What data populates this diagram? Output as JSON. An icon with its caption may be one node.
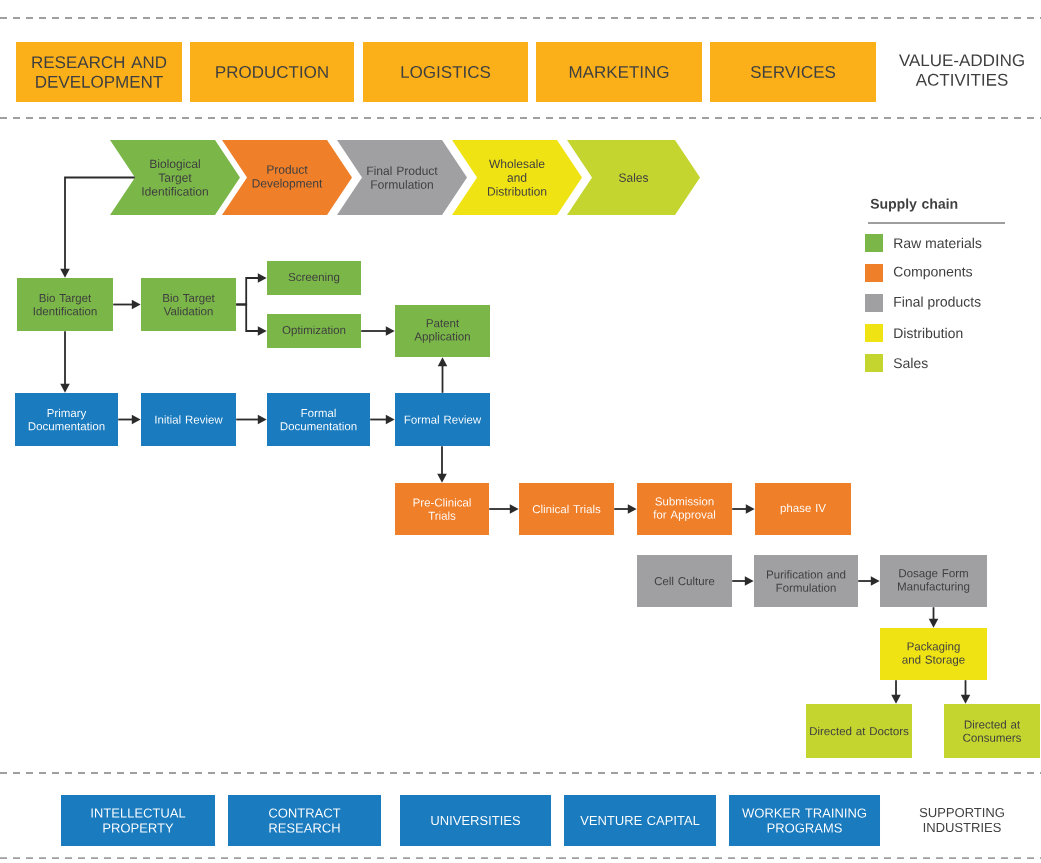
{
  "diagram": {
    "nodes": [
      {
        "text": [
          "RESEARCH AND DEVELOPMENT"
        ]
      },
      {
        "text": [
          "PRODUCTION"
        ]
      },
      {
        "text": [
          "LOGISTICS"
        ]
      },
      {
        "text": [
          "MARKETING"
        ]
      },
      {
        "text": [
          "SERVICES"
        ]
      },
      {
        "text": [
          "Biological Target Identification"
        ]
      },
      {
        "text": [
          "Product Development"
        ]
      },
      {
        "text": [
          "Final Product Formulation"
        ]
      },
      {
        "text": [
          "Wholesale and Distribution"
        ]
      },
      {
        "text": [
          "Sales"
        ]
      },
      {
        "text": [
          "Bio Target Identification"
        ]
      },
      {
        "text": [
          "Bio Target Validation"
        ]
      },
      {
        "text": [
          "Screening"
        ]
      },
      {
        "text": [
          "Optimization"
        ]
      },
      {
        "text": [
          "Patent Application"
        ]
      },
      {
        "text": [
          "Primary Documentation"
        ]
      },
      {
        "text": [
          "Initial Review"
        ]
      },
      {
        "text": [
          "Formal Documentation"
        ]
      },
      {
        "text": [
          "Formal Review"
        ]
      },
      {
        "text": [
          "Pre-Clinical Trials"
        ]
      },
      {
        "text": [
          "Clinical Trials"
        ]
      },
      {
        "text": [
          "Submission for Approval"
        ]
      },
      {
        "text": [
          "phase IV"
        ]
      },
      {
        "text": [
          "Cell Culture"
        ]
      },
      {
        "text": [
          "Purification and Formulation"
        ]
      },
      {
        "text": [
          "Dosage Form Manufacturing"
        ]
      },
      {
        "text": [
          "Packaging and Storage"
        ]
      },
      {
        "text": [
          "Directed at Doctors"
        ]
      },
      {
        "text": [
          "Directed at Consumers"
        ]
      },
      {
        "text": [
          "INTELLECTUAL PROPERTY"
        ]
      },
      {
        "text": [
          "CONTRACT RESEARCH"
        ]
      },
      {
        "text": [
          "UNIVERSITIES"
        ]
      },
      {
        "text": [
          "VENTURE CAPITAL"
        ]
      },
      {
        "text": [
          "WORKER TRAINING PROGRAMS"
        ]
      }
    ],
    "edges": [
      {
        "from": 5,
        "to": 10,
        "arrow": "to"
      },
      {
        "from": 10,
        "to": 11,
        "arrow": "to"
      },
      {
        "from": 11,
        "to": 12,
        "arrow": "to"
      },
      {
        "from": 11,
        "to": 13,
        "arrow": "to"
      },
      {
        "from": 13,
        "to": 14,
        "arrow": "to"
      },
      {
        "from": 10,
        "to": 15,
        "arrow": "to"
      },
      {
        "from": 15,
        "to": 16,
        "arrow": "to"
      },
      {
        "from": 16,
        "to": 17,
        "arrow": "to"
      },
      {
        "from": 17,
        "to": 18,
        "arrow": "to"
      },
      {
        "from": 18,
        "to": 14,
        "arrow": "to"
      },
      {
        "from": 18,
        "to": 19,
        "arrow": "to"
      },
      {
        "from": 19,
        "to": 20,
        "arrow": "to"
      },
      {
        "from": 20,
        "to": 21,
        "arrow": "to"
      },
      {
        "from": 21,
        "to": 22,
        "arrow": "to"
      },
      {
        "from": 23,
        "to": 24,
        "arrow": "to"
      },
      {
        "from": 24,
        "to": 25,
        "arrow": "to"
      },
      {
        "from": 25,
        "to": 26,
        "arrow": "to"
      },
      {
        "from": 26,
        "to": 27,
        "arrow": "to"
      },
      {
        "from": 26,
        "to": 28,
        "arrow": "to"
      }
    ],
    "labels": [
      "VALUE-ADDING ACTIVITIES",
      "Supply chain",
      "SUPPORTING INDUSTRIES"
    ],
    "legend": [
      {
        "text": "Raw materials",
        "color": "#7ab648"
      },
      {
        "text": "Components",
        "color": "#f07f2a"
      },
      {
        "text": "Final products",
        "color": "#a0a0a2"
      },
      {
        "text": "Distribution",
        "color": "#f0e314"
      },
      {
        "text": "Sales",
        "color": "#c3d52e"
      }
    ]
  }
}
